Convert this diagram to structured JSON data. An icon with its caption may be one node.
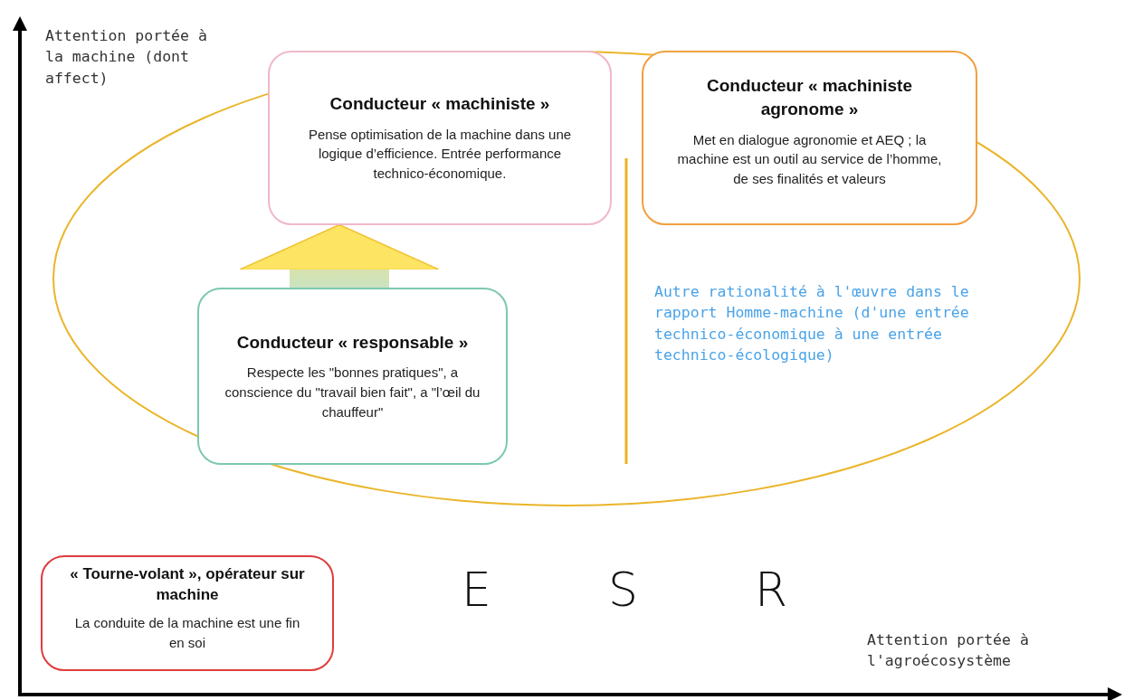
{
  "diagram": {
    "nodes": [
      {
        "text": [
          "Conducteur « machiniste »",
          "Pense optimisation de la machine dans une logique d’efficience. Entrée performance technico-économique."
        ]
      },
      {
        "text": [
          "Conducteur « machiniste agronome »",
          "Met en dialogue agronomie et AEQ ; la machine est un outil au service de l’homme, de ses finalités et valeurs"
        ]
      },
      {
        "text": [
          "Conducteur « responsable »",
          "Respecte les \"bonnes pratiques\", a conscience du \"travail bien fait\", a \"l’œil du chauffeur\""
        ]
      },
      {
        "text": [
          "« Tourne-volant », opérateur sur machine",
          "La conduite de la machine est une fin en soi"
        ]
      }
    ],
    "edges": [
      {
        "from": 2,
        "to": 0,
        "arrow": "to",
        "style": "thick"
      }
    ],
    "labels": [
      "Attention portée à la machine (dont affect)",
      "Autre rationalité à l'œuvre dans le rapport Homme-machine (d'une entrée technico-économique à une entrée technico-écologique)",
      "E",
      "S",
      "R",
      "Attention portée à l'agroécosystème"
    ]
  }
}
